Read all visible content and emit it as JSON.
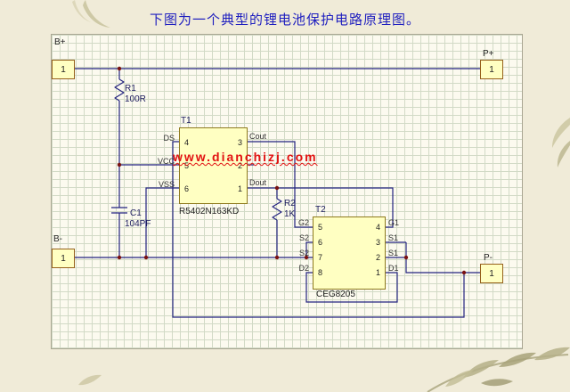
{
  "page": {
    "title": "下图为一个典型的锂电池保护电路原理图。"
  },
  "watermark": {
    "text": "www.dianchizj.com"
  },
  "connectors": {
    "b_plus": {
      "label": "B+",
      "pin": "1"
    },
    "p_plus": {
      "label": "P+",
      "pin": "1"
    },
    "b_minus": {
      "label": "B-",
      "pin": "1"
    },
    "p_minus": {
      "label": "P-",
      "pin": "1"
    }
  },
  "components": {
    "r1": {
      "designator": "R1",
      "value": "100R"
    },
    "r2": {
      "designator": "R2",
      "value": "1K"
    },
    "c1": {
      "designator": "C1",
      "value": "104PF"
    },
    "t1": {
      "designator": "T1",
      "part_number": "R5402N163KD",
      "left_pins": [
        {
          "num": "4",
          "label": "DS"
        },
        {
          "num": "5",
          "label": "VCC"
        },
        {
          "num": "6",
          "label": "VSS"
        }
      ],
      "right_pins": [
        {
          "num": "3",
          "label": "Cout"
        },
        {
          "num": "2",
          "label": ""
        },
        {
          "num": "1",
          "label": "Dout"
        }
      ]
    },
    "t2": {
      "designator": "T2",
      "part_number": "CEG8205",
      "left_pins": [
        {
          "num": "5",
          "label": "G2"
        },
        {
          "num": "6",
          "label": "S2"
        },
        {
          "num": "7",
          "label": "S2"
        },
        {
          "num": "8",
          "label": "D2"
        }
      ],
      "right_pins": [
        {
          "num": "4",
          "label": "G1"
        },
        {
          "num": "3",
          "label": "S1"
        },
        {
          "num": "2",
          "label": "S1"
        },
        {
          "num": "1",
          "label": "D1"
        }
      ]
    }
  },
  "colors": {
    "wire": "#23237f",
    "junction": "#7a1212",
    "component_fill": "#ffffc2",
    "component_border": "#8f7a1e",
    "watermark": "#e21212",
    "title": "#1f1fbf",
    "page_background": "#f0ebd8"
  }
}
